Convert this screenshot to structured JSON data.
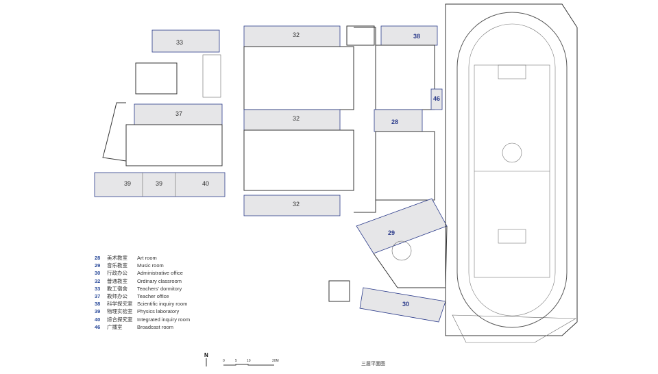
{
  "plan": {
    "title": "三层平面图",
    "north": "N",
    "scale_labels": [
      "0",
      "5",
      "10",
      "20M"
    ],
    "room_tags": [
      "33",
      "32",
      "38",
      "46",
      "28",
      "32",
      "37",
      "39",
      "39",
      "40",
      "32",
      "29",
      "30"
    ]
  },
  "legend": [
    {
      "num": "28",
      "cn": "美术教室",
      "en": "Art room"
    },
    {
      "num": "29",
      "cn": "音乐教室",
      "en": "Music room"
    },
    {
      "num": "30",
      "cn": "行政办公",
      "en": "Administrative office"
    },
    {
      "num": "32",
      "cn": "普通教室",
      "en": "Ordinary classroom"
    },
    {
      "num": "33",
      "cn": "教工宿舍",
      "en": "Teachers' dormitory"
    },
    {
      "num": "37",
      "cn": "教师办公",
      "en": "Teacher office"
    },
    {
      "num": "38",
      "cn": "科学探究室",
      "en": "Scientific inquiry room"
    },
    {
      "num": "39",
      "cn": "物理实验室",
      "en": "Physics laboratory"
    },
    {
      "num": "40",
      "cn": "综合探究室",
      "en": "Integrated inquiry room"
    },
    {
      "num": "46",
      "cn": "广播室",
      "en": "Broadcast room"
    }
  ],
  "colors": {
    "room_fill": "#e6e6e8",
    "room_stroke": "#2a3a8a",
    "tag": "#2a3a8a"
  }
}
